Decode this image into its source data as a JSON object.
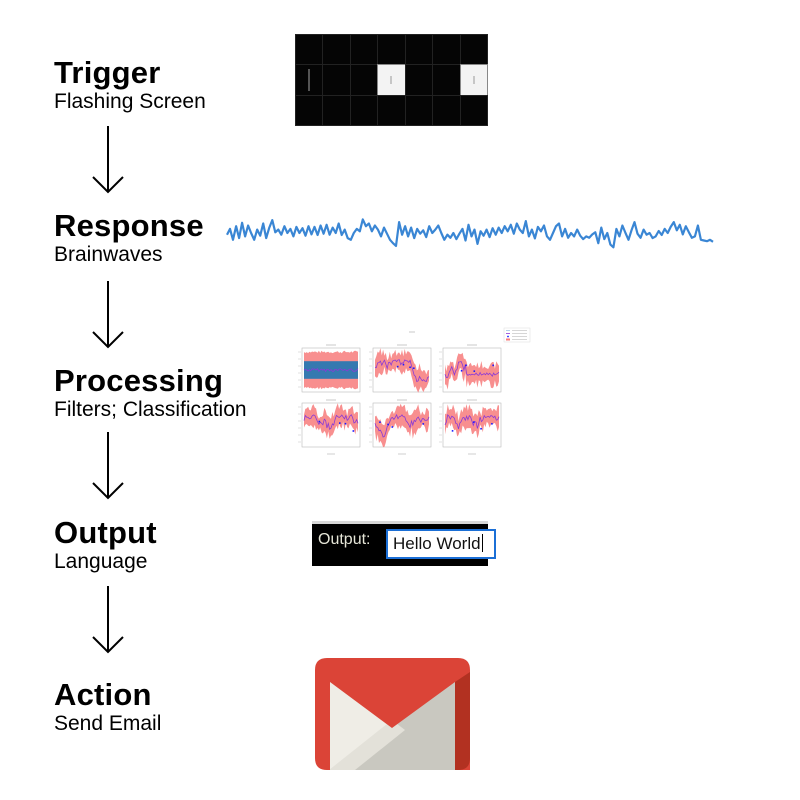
{
  "stages": [
    {
      "id": "trigger",
      "title": "Trigger",
      "subtitle": "Flashing Screen"
    },
    {
      "id": "response",
      "title": "Response",
      "subtitle": "Brainwaves"
    },
    {
      "id": "processing",
      "title": "Processing",
      "subtitle": "Filters; Classification"
    },
    {
      "id": "output",
      "title": "Output",
      "subtitle": "Language"
    },
    {
      "id": "action",
      "title": "Action",
      "subtitle": "Send Email"
    }
  ],
  "trigger_grid": {
    "columns": 7,
    "rows": 3,
    "lit_cells": [
      [
        1,
        3
      ],
      [
        1,
        6
      ]
    ],
    "cell_color": "#050505",
    "lit_color": "#f3f3f3"
  },
  "brainwave": {
    "color": "#3a86d4",
    "samples": [
      0.45,
      0.62,
      0.3,
      0.7,
      0.35,
      0.8,
      0.4,
      0.72,
      0.5,
      0.3,
      0.6,
      0.42,
      0.78,
      0.35,
      0.66,
      0.88,
      0.52,
      0.6,
      0.45,
      0.7,
      0.5,
      0.62,
      0.4,
      0.68,
      0.5,
      0.64,
      0.42,
      0.7,
      0.46,
      0.68,
      0.44,
      0.72,
      0.48,
      0.74,
      0.45,
      0.66,
      0.5,
      0.78,
      0.44,
      0.6,
      0.35,
      0.3,
      0.5,
      0.62,
      0.55,
      0.9,
      0.7,
      0.78,
      0.55,
      0.72,
      0.6,
      0.4,
      0.66,
      0.48,
      0.3,
      0.2,
      0.12,
      0.82,
      0.45,
      0.7,
      0.4,
      0.66,
      0.35,
      0.62,
      0.48,
      0.58,
      0.38,
      0.7,
      0.5,
      0.6,
      0.72,
      0.5,
      0.3,
      0.45,
      0.36,
      0.5,
      0.32,
      0.48,
      0.62,
      0.28,
      0.74,
      0.4,
      0.6,
      0.18,
      0.55,
      0.42,
      0.6,
      0.38,
      0.64,
      0.45,
      0.66,
      0.5,
      0.7,
      0.55,
      0.74,
      0.48,
      0.78,
      0.6,
      0.5,
      0.85,
      0.4,
      0.6,
      0.34,
      0.68,
      0.55,
      0.72,
      0.4,
      0.3,
      0.5,
      0.7,
      0.78,
      0.4,
      0.62,
      0.36,
      0.5,
      0.4,
      0.6,
      0.42,
      0.32,
      0.4,
      0.36,
      0.46,
      0.52,
      0.2,
      0.66,
      0.32,
      0.5,
      0.16,
      0.08,
      0.62,
      0.4,
      0.72,
      0.5,
      0.3,
      0.58,
      0.82,
      0.48,
      0.36,
      0.6,
      0.45,
      0.5,
      0.35,
      0.4,
      0.56,
      0.44,
      0.62,
      0.5,
      0.68,
      0.82,
      0.58,
      0.74,
      0.46,
      0.7,
      0.52,
      0.36,
      0.4,
      0.72,
      0.3,
      0.28,
      0.26,
      0.3,
      0.24
    ]
  },
  "processing_figure": {
    "panels": [
      "eeg-data",
      "alpha",
      "theta",
      "beta-low",
      "beta-high",
      "gamma"
    ],
    "band_color": "#f77b7b",
    "signal_color": "#1f77b4",
    "mean_color": "#8a3ad6",
    "marker_color": "#1a1aff"
  },
  "output_box": {
    "label": "Output:",
    "value": "Hello World"
  },
  "gmail": {
    "red": "#db4437",
    "dark_red": "#b23121",
    "envelope": "#efede6",
    "shade": "#c9c8c0"
  }
}
